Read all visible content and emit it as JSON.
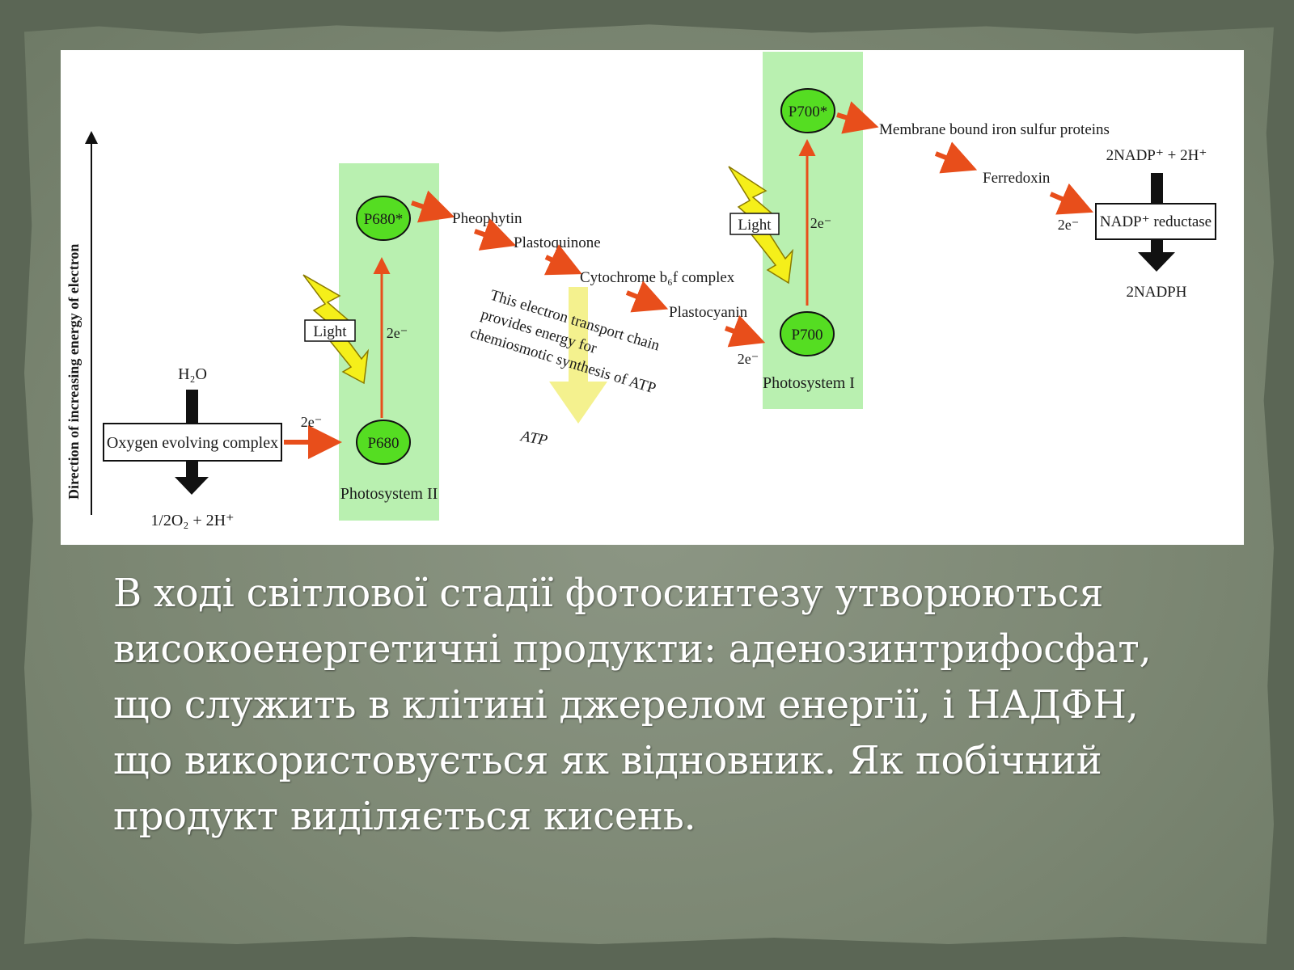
{
  "diagram": {
    "y_axis_label": "Direction of increasing energy of electron",
    "h2o": "H₂O",
    "oxygen_complex": "Oxygen evolving complex",
    "o2_products": "1/2O₂ + 2H⁺",
    "e_2": "2e⁻",
    "light": "Light",
    "p680": "P680",
    "p680_star": "P680*",
    "photosystem_2": "Photosystem II",
    "pheophytin": "Pheophytin",
    "plastoquinone": "Plastoquinone",
    "cytochrome": "Cytochrome b₆f complex",
    "plastocyanin": "Plastocyanin",
    "etc_note": [
      "This electron transport chain",
      "provides energy for",
      "chemiosmotic synthesis of ATP"
    ],
    "atp": "ATP",
    "p700": "P700",
    "p700_star": "P700*",
    "photosystem_1": "Photosystem I",
    "iron_sulfur": "Membrane bound iron sulfur proteins",
    "ferredoxin": "Ferredoxin",
    "nadp_reductase": "NADP⁺ reductase",
    "nadp_input": "2NADP⁺ + 2H⁺",
    "nadph": "2NADPH",
    "colors": {
      "photosystem_panel": "#b9f0b0",
      "pigment": "#55dd22",
      "electron_arrow": "#e84e1b",
      "light_bolt": "#f5ef1a",
      "atp_arrow": "#f2ee7a"
    }
  },
  "caption": {
    "lines": [
      "В ході світлової стадії фотосинтезу утворюються",
      "високоенергетичні продукти: аденозинтрифосфат,",
      "що служить в клітині джерелом енергії, і НАДФН,",
      "що використовується як відновник. Як побічний",
      "продукт виділяється кисень."
    ]
  }
}
